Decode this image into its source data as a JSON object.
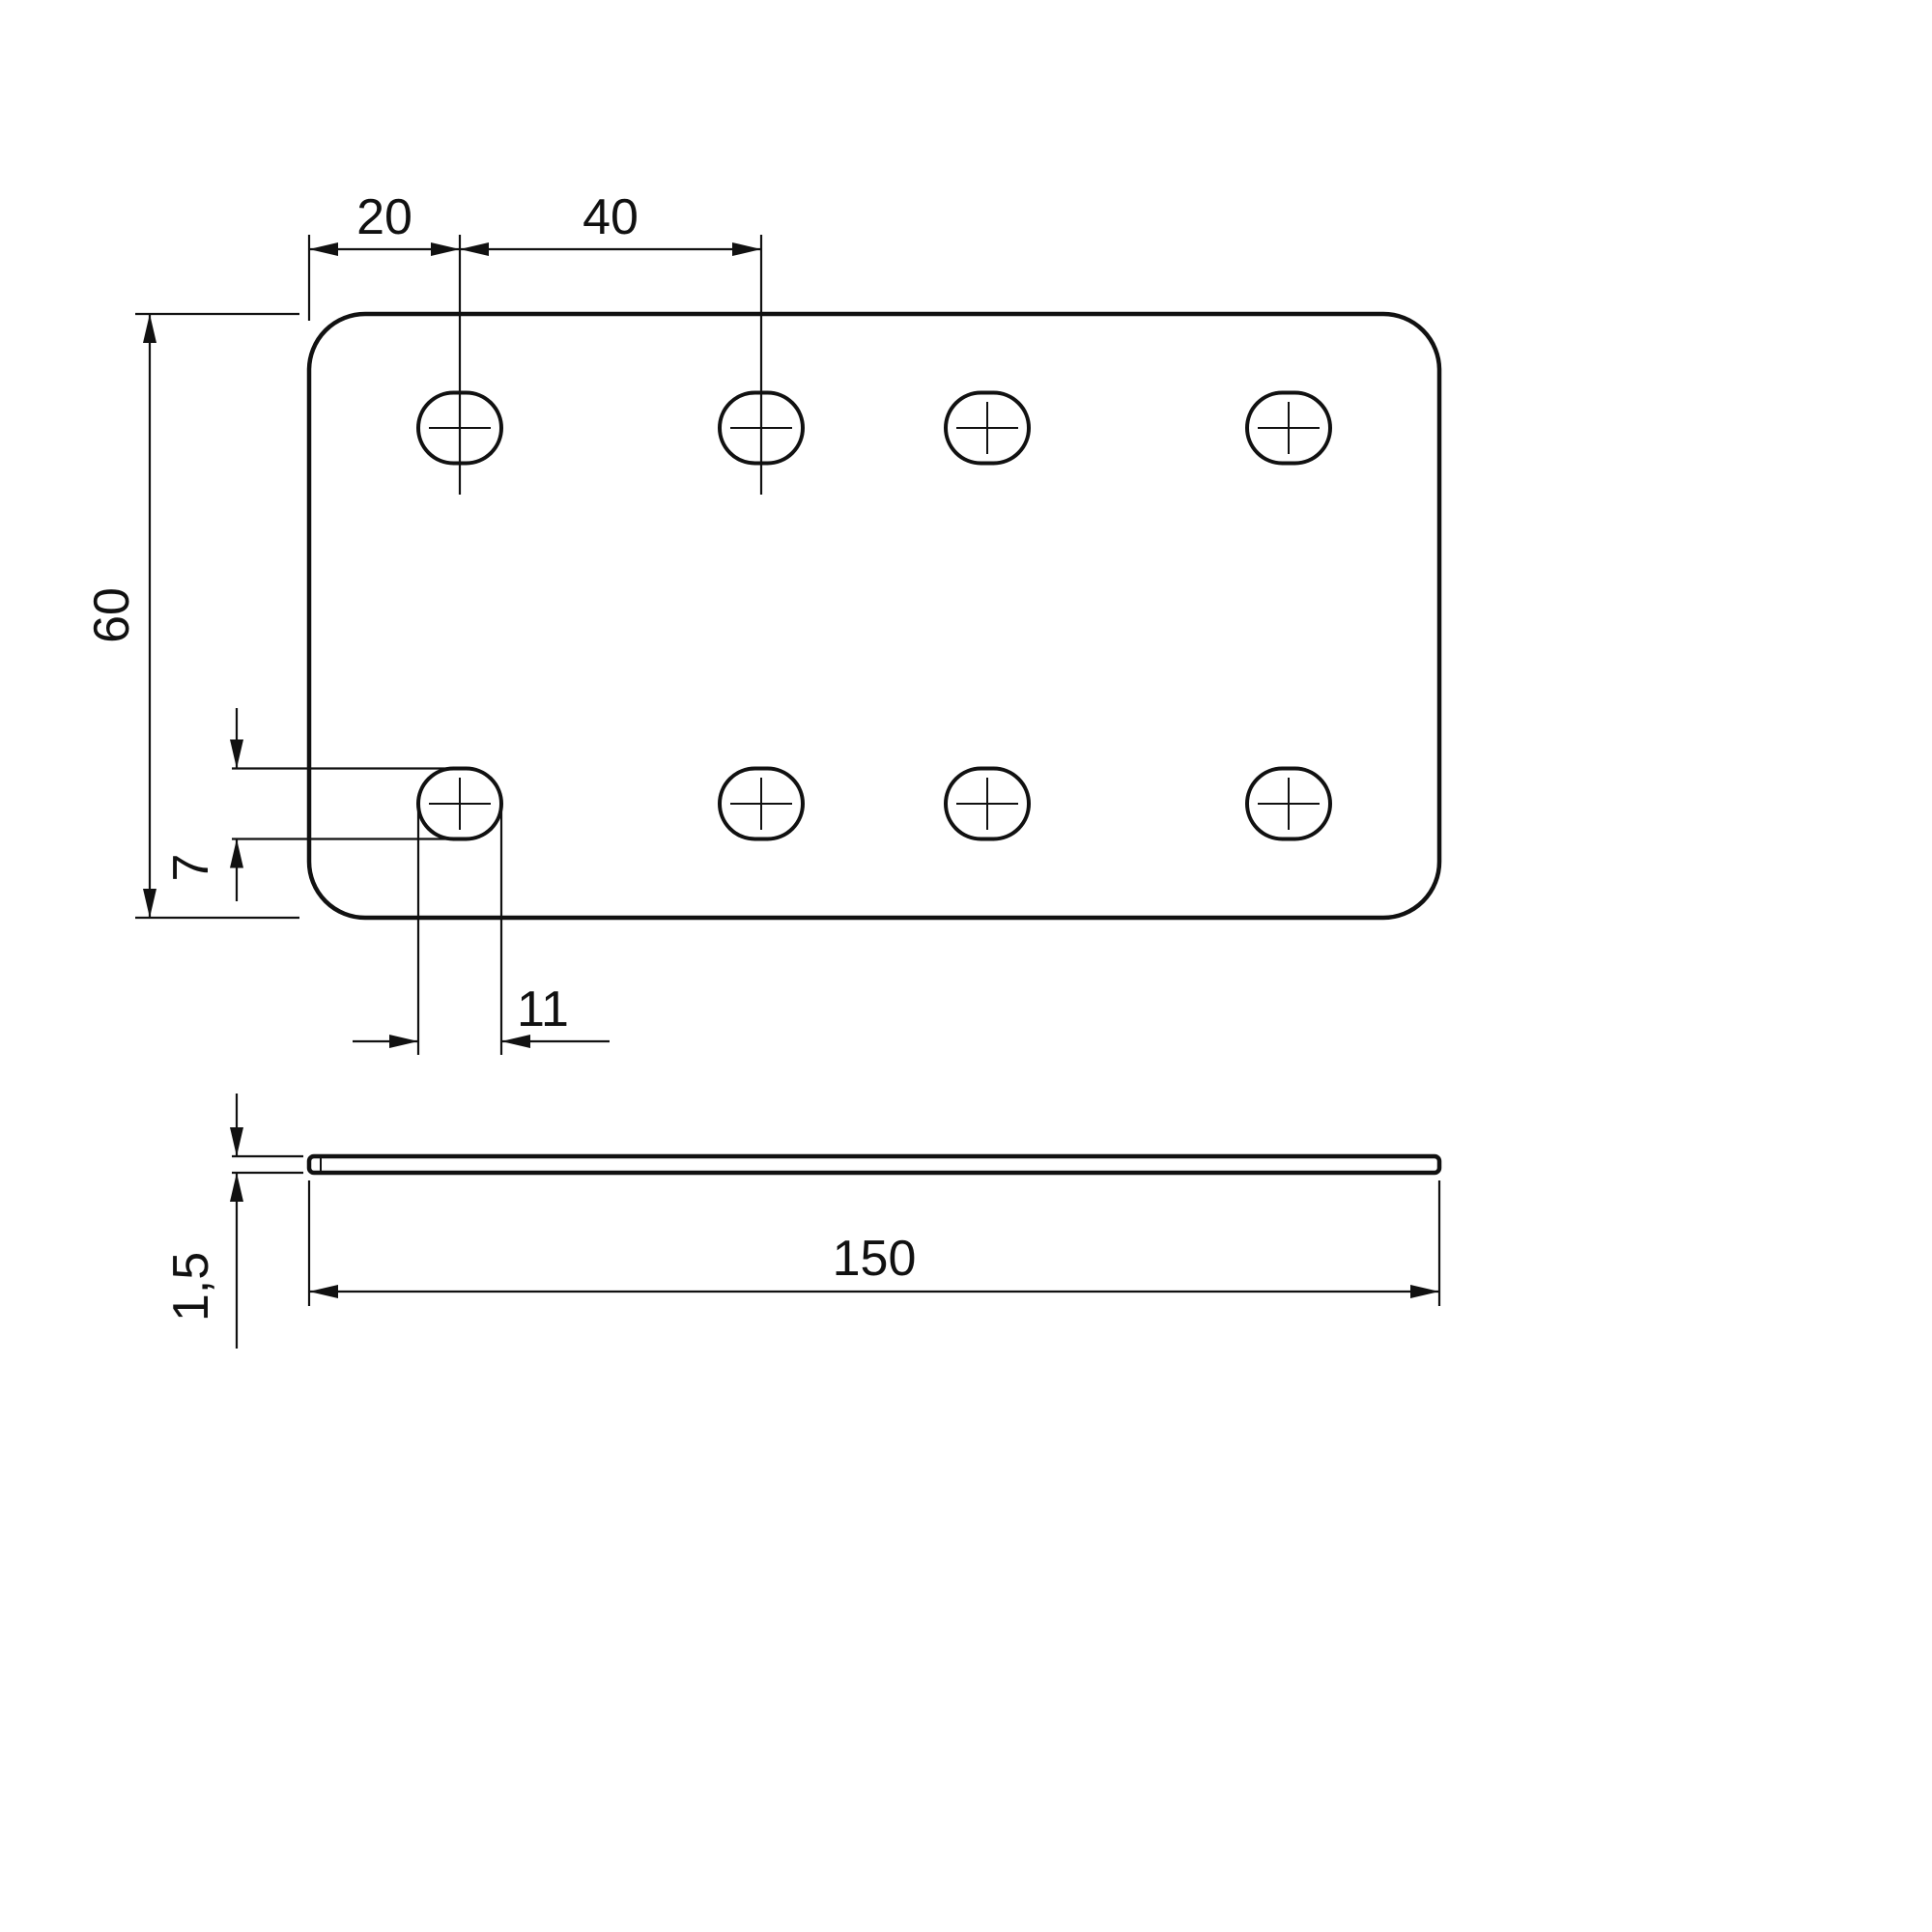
{
  "colors": {
    "line": "#111111",
    "background": "#ffffff"
  },
  "dimensions": {
    "d20": "20",
    "d40": "40",
    "d60": "60",
    "d7": "7",
    "d11": "11",
    "d150": "150",
    "d1_5": "1,5"
  }
}
